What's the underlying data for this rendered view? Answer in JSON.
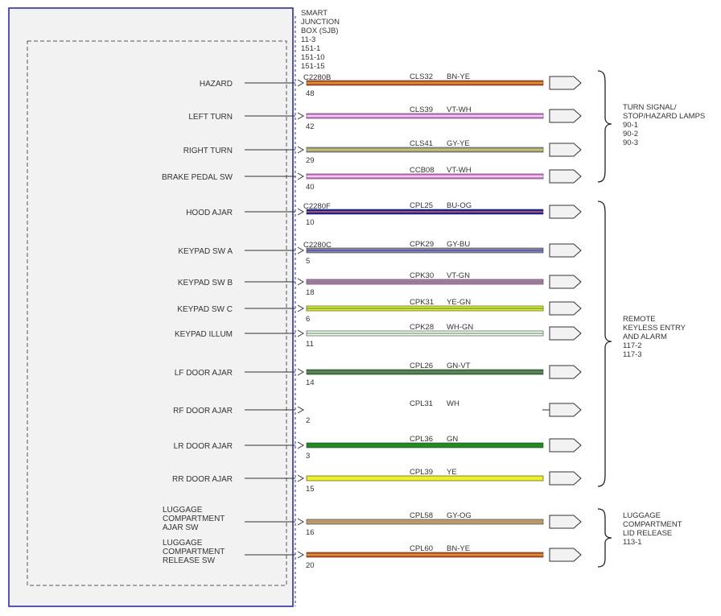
{
  "module": {
    "lines": [
      "SMART",
      "JUNCTION",
      "BOX (SJB)",
      "11-3",
      "151-1",
      "151-10",
      "151-15"
    ]
  },
  "circuits": [
    {
      "label": [
        "HAZARD"
      ],
      "connector": "C2280B",
      "pin": "48",
      "circuit": "CLS32",
      "color_code": "BN-YE",
      "wire": "#c8502a",
      "stripe": "#e0c020",
      "terminated": true
    },
    {
      "label": [
        "LEFT TURN"
      ],
      "connector": "",
      "pin": "42",
      "circuit": "CLS39",
      "color_code": "VT-WH",
      "wire": "#d87ad8",
      "stripe": "#ffffff",
      "terminated": true
    },
    {
      "label": [
        "RIGHT TURN"
      ],
      "connector": "",
      "pin": "29",
      "circuit": "CLS41",
      "color_code": "GY-YE",
      "wire": "#9a9a9a",
      "stripe": "#e6e010",
      "terminated": true
    },
    {
      "label": [
        "BRAKE PEDAL SW"
      ],
      "connector": "",
      "pin": "40",
      "circuit": "CCB08",
      "color_code": "VT-WH",
      "wire": "#d87ad8",
      "stripe": "#ffffff",
      "terminated": true
    },
    {
      "label": [
        "HOOD AJAR"
      ],
      "connector": "C2280F",
      "pin": "10",
      "circuit": "CPL25",
      "color_code": "BU-OG",
      "wire": "#1a1ab8",
      "stripe": "#f08020",
      "terminated": true
    },
    {
      "label": [
        "KEYPAD SW A"
      ],
      "connector": "C2280C",
      "pin": "5",
      "circuit": "CPK29",
      "color_code": "GY-BU",
      "wire": "#8a8a9a",
      "stripe": "#3a4ad0",
      "terminated": true
    },
    {
      "label": [
        "KEYPAD SW B"
      ],
      "connector": "",
      "pin": "18",
      "circuit": "CPK30",
      "color_code": "VT-GN",
      "wire": "#c870c8",
      "stripe": "#40a040",
      "terminated": true
    },
    {
      "label": [
        "KEYPAD SW C"
      ],
      "connector": "",
      "pin": "6",
      "circuit": "CPK31",
      "color_code": "YE-GN",
      "wire": "#eeee20",
      "stripe": "#40a040",
      "terminated": true
    },
    {
      "label": [
        "KEYPAD ILLUM"
      ],
      "connector": "",
      "pin": "11",
      "circuit": "CPK28",
      "color_code": "WH-GN",
      "wire": "#f4f8f4",
      "stripe": "#60b060",
      "terminated": true
    },
    {
      "label": [
        "LF DOOR AJAR"
      ],
      "connector": "",
      "pin": "14",
      "circuit": "CPL26",
      "color_code": "GN-VT",
      "wire": "#2a8a2a",
      "stripe": "#b060b0",
      "terminated": true
    },
    {
      "label": [
        "RF DOOR AJAR"
      ],
      "connector": "",
      "pin": "2",
      "circuit": "CPL31",
      "color_code": "WH",
      "wire": "#ffffff",
      "stripe": "",
      "terminated": false
    },
    {
      "label": [
        "LR DOOR AJAR"
      ],
      "connector": "",
      "pin": "3",
      "circuit": "CPL36",
      "color_code": "GN",
      "wire": "#1e8c1e",
      "stripe": "",
      "terminated": true
    },
    {
      "label": [
        "RR DOOR AJAR"
      ],
      "connector": "",
      "pin": "15",
      "circuit": "CPL39",
      "color_code": "YE",
      "wire": "#f2f21a",
      "stripe": "",
      "terminated": true
    },
    {
      "label": [
        "LUGGAGE",
        "COMPARTMENT",
        "AJAR SW"
      ],
      "connector": "",
      "pin": "16",
      "circuit": "CPL58",
      "color_code": "GY-OG",
      "wire": "#b0a080",
      "stripe": "#e08a30",
      "terminated": true
    },
    {
      "label": [
        "LUGGAGE",
        "COMPARTMENT",
        "RELEASE SW"
      ],
      "connector": "",
      "pin": "20",
      "circuit": "CPL60",
      "color_code": "BN-YE",
      "wire": "#c8502a",
      "stripe": "#e0c020",
      "terminated": true
    }
  ],
  "groups": [
    {
      "lines": [
        "TURN SIGNAL/",
        "STOP/HAZARD LAMPS",
        "90-1",
        "90-2",
        "90-3"
      ]
    },
    {
      "lines": [
        "REMOTE",
        "KEYLESS ENTRY",
        "AND ALARM",
        "117-2",
        "117-3"
      ]
    },
    {
      "lines": [
        "LUGGAGE",
        "COMPARTMENT",
        "LID RELEASE",
        "113-1"
      ]
    }
  ]
}
